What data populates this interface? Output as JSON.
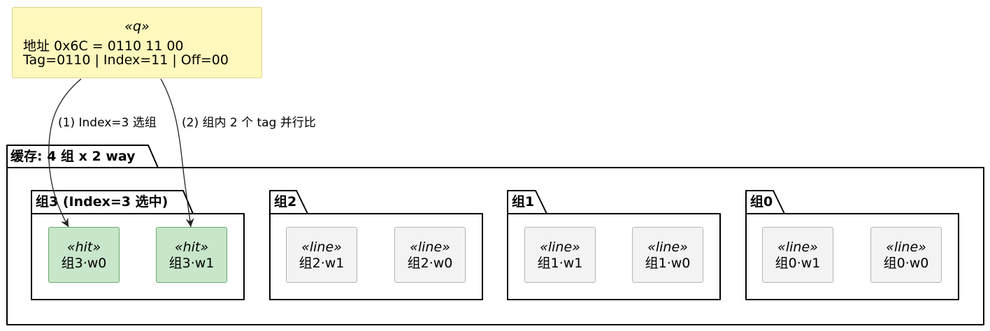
{
  "note": {
    "stereotype": "«q»",
    "lines": [
      "地址 0x6C = 0110 11 00",
      "Tag=0110 | Index=11 | Off=00"
    ]
  },
  "edges": [
    {
      "label": "(1) Index=3 选组"
    },
    {
      "label": "(2) 组内 2 个 tag 并行比"
    }
  ],
  "cache": {
    "title": "缓存: 4 组 x 2 way",
    "sets": [
      {
        "title": "组3 (Index=3 选中)",
        "lines": [
          {
            "stereotype": "«hit»",
            "name": "组3·w0",
            "state": "hit"
          },
          {
            "stereotype": "«hit»",
            "name": "组3·w1",
            "state": "hit"
          }
        ]
      },
      {
        "title": "组2",
        "lines": [
          {
            "stereotype": "«line»",
            "name": "组2·w1",
            "state": "line"
          },
          {
            "stereotype": "«line»",
            "name": "组2·w0",
            "state": "line"
          }
        ]
      },
      {
        "title": "组1",
        "lines": [
          {
            "stereotype": "«line»",
            "name": "组1·w1",
            "state": "line"
          },
          {
            "stereotype": "«line»",
            "name": "组1·w0",
            "state": "line"
          }
        ]
      },
      {
        "title": "组0",
        "lines": [
          {
            "stereotype": "«line»",
            "name": "组0·w1",
            "state": "line"
          },
          {
            "stereotype": "«line»",
            "name": "组0·w0",
            "state": "line"
          }
        ]
      }
    ]
  },
  "colors": {
    "note_fill": "#fef8bd",
    "hit_fill": "#c8e6c9",
    "line_fill": "#f3f3f3"
  }
}
